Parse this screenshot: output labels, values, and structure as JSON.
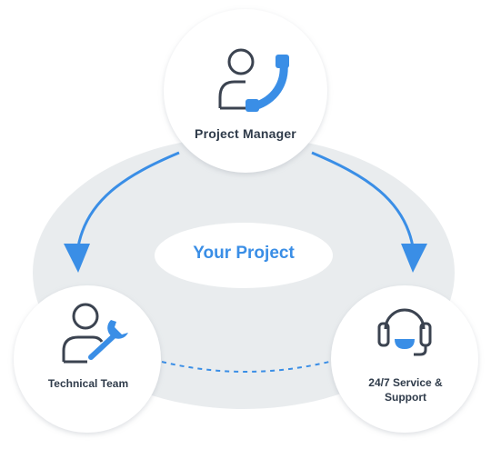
{
  "center": {
    "label": "Your Project"
  },
  "nodes": {
    "project_manager": {
      "label": "Project Manager",
      "icon": "person-phone-icon"
    },
    "technical_team": {
      "label": "Technical Team",
      "icon": "person-wrench-icon"
    },
    "support": {
      "label_line1": "24/7 Service &",
      "label_line2": "Support",
      "icon": "headset-icon"
    }
  },
  "colors": {
    "accent": "#3a8ee6",
    "icon_stroke": "#3b4350",
    "background_blob": "#e9ecee",
    "text": "#2f3b4a"
  }
}
